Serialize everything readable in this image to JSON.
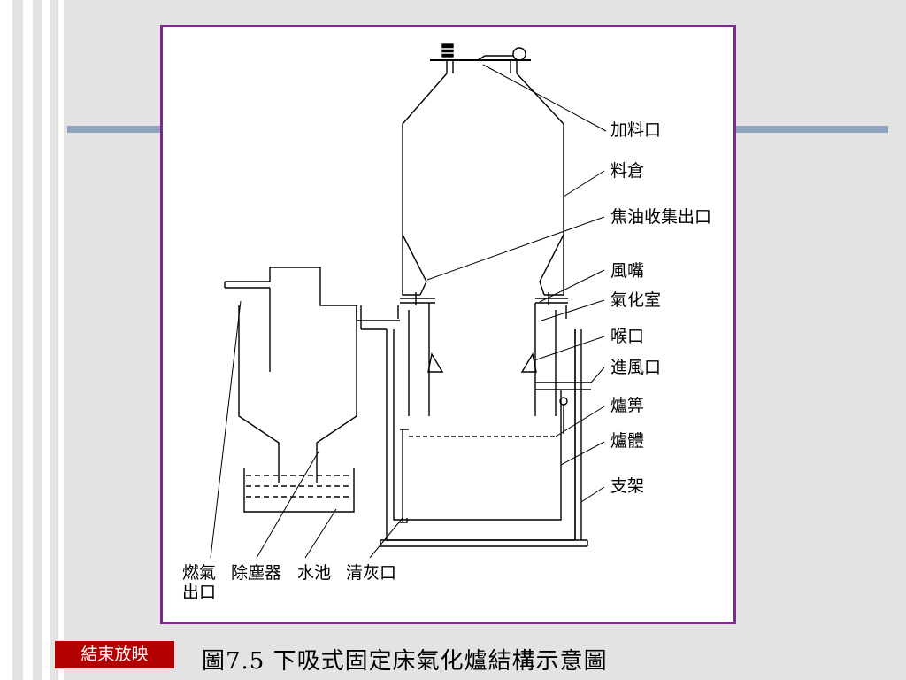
{
  "diagram": {
    "labels": {
      "feed_inlet": "加料口",
      "hopper": "料倉",
      "tar_outlet": "焦油收集出口",
      "tuyere": "風嘴",
      "gasification_chamber": "氣化室",
      "throat": "喉口",
      "air_inlet": "進風口",
      "grate": "爐箅",
      "furnace_body": "爐體",
      "support": "支架",
      "gas_outlet": "燃氣\n出口",
      "dust_remover": "除塵器",
      "water_pool": "水池",
      "ash_outlet": "清灰口"
    }
  },
  "controls": {
    "end_show": "結束放映"
  },
  "caption": "圖7.5  下吸式固定床氣化爐結構示意圖"
}
